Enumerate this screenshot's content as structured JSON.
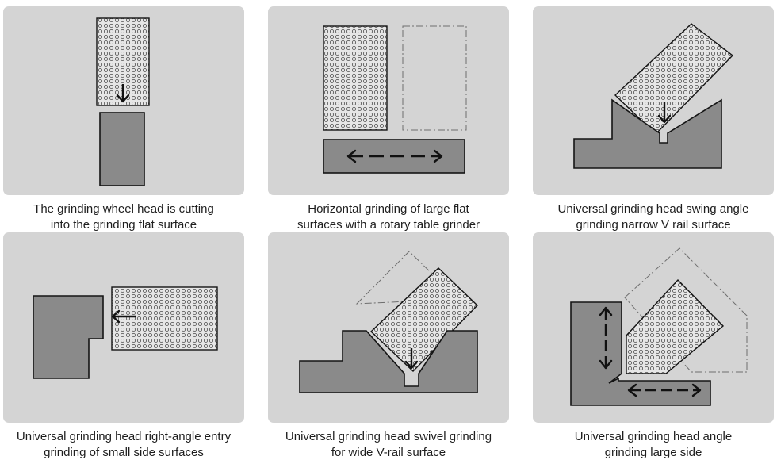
{
  "panels": [
    {
      "caption": {
        "line1": "The grinding wheel head is cutting",
        "line2": "into the grinding flat surface"
      }
    },
    {
      "caption": {
        "line1": "Horizontal grinding of large flat",
        "line2": "surfaces with a rotary table grinder"
      }
    },
    {
      "caption": {
        "line1": "Universal grinding head swing angle",
        "line2": "grinding narrow V rail surface"
      }
    },
    {
      "caption": {
        "line1": "Universal grinding head right-angle entry",
        "line2": "grinding of small side surfaces"
      }
    },
    {
      "caption": {
        "line1": "Universal grinding head swivel grinding",
        "line2": "for wide V-rail surface"
      }
    },
    {
      "caption": {
        "line1": "Universal grinding head angle",
        "line2": "grinding large side"
      }
    }
  ],
  "colors": {
    "panel_bg": "#d4d4d4",
    "workpiece": "#8a8a8a",
    "outline": "#141414"
  }
}
